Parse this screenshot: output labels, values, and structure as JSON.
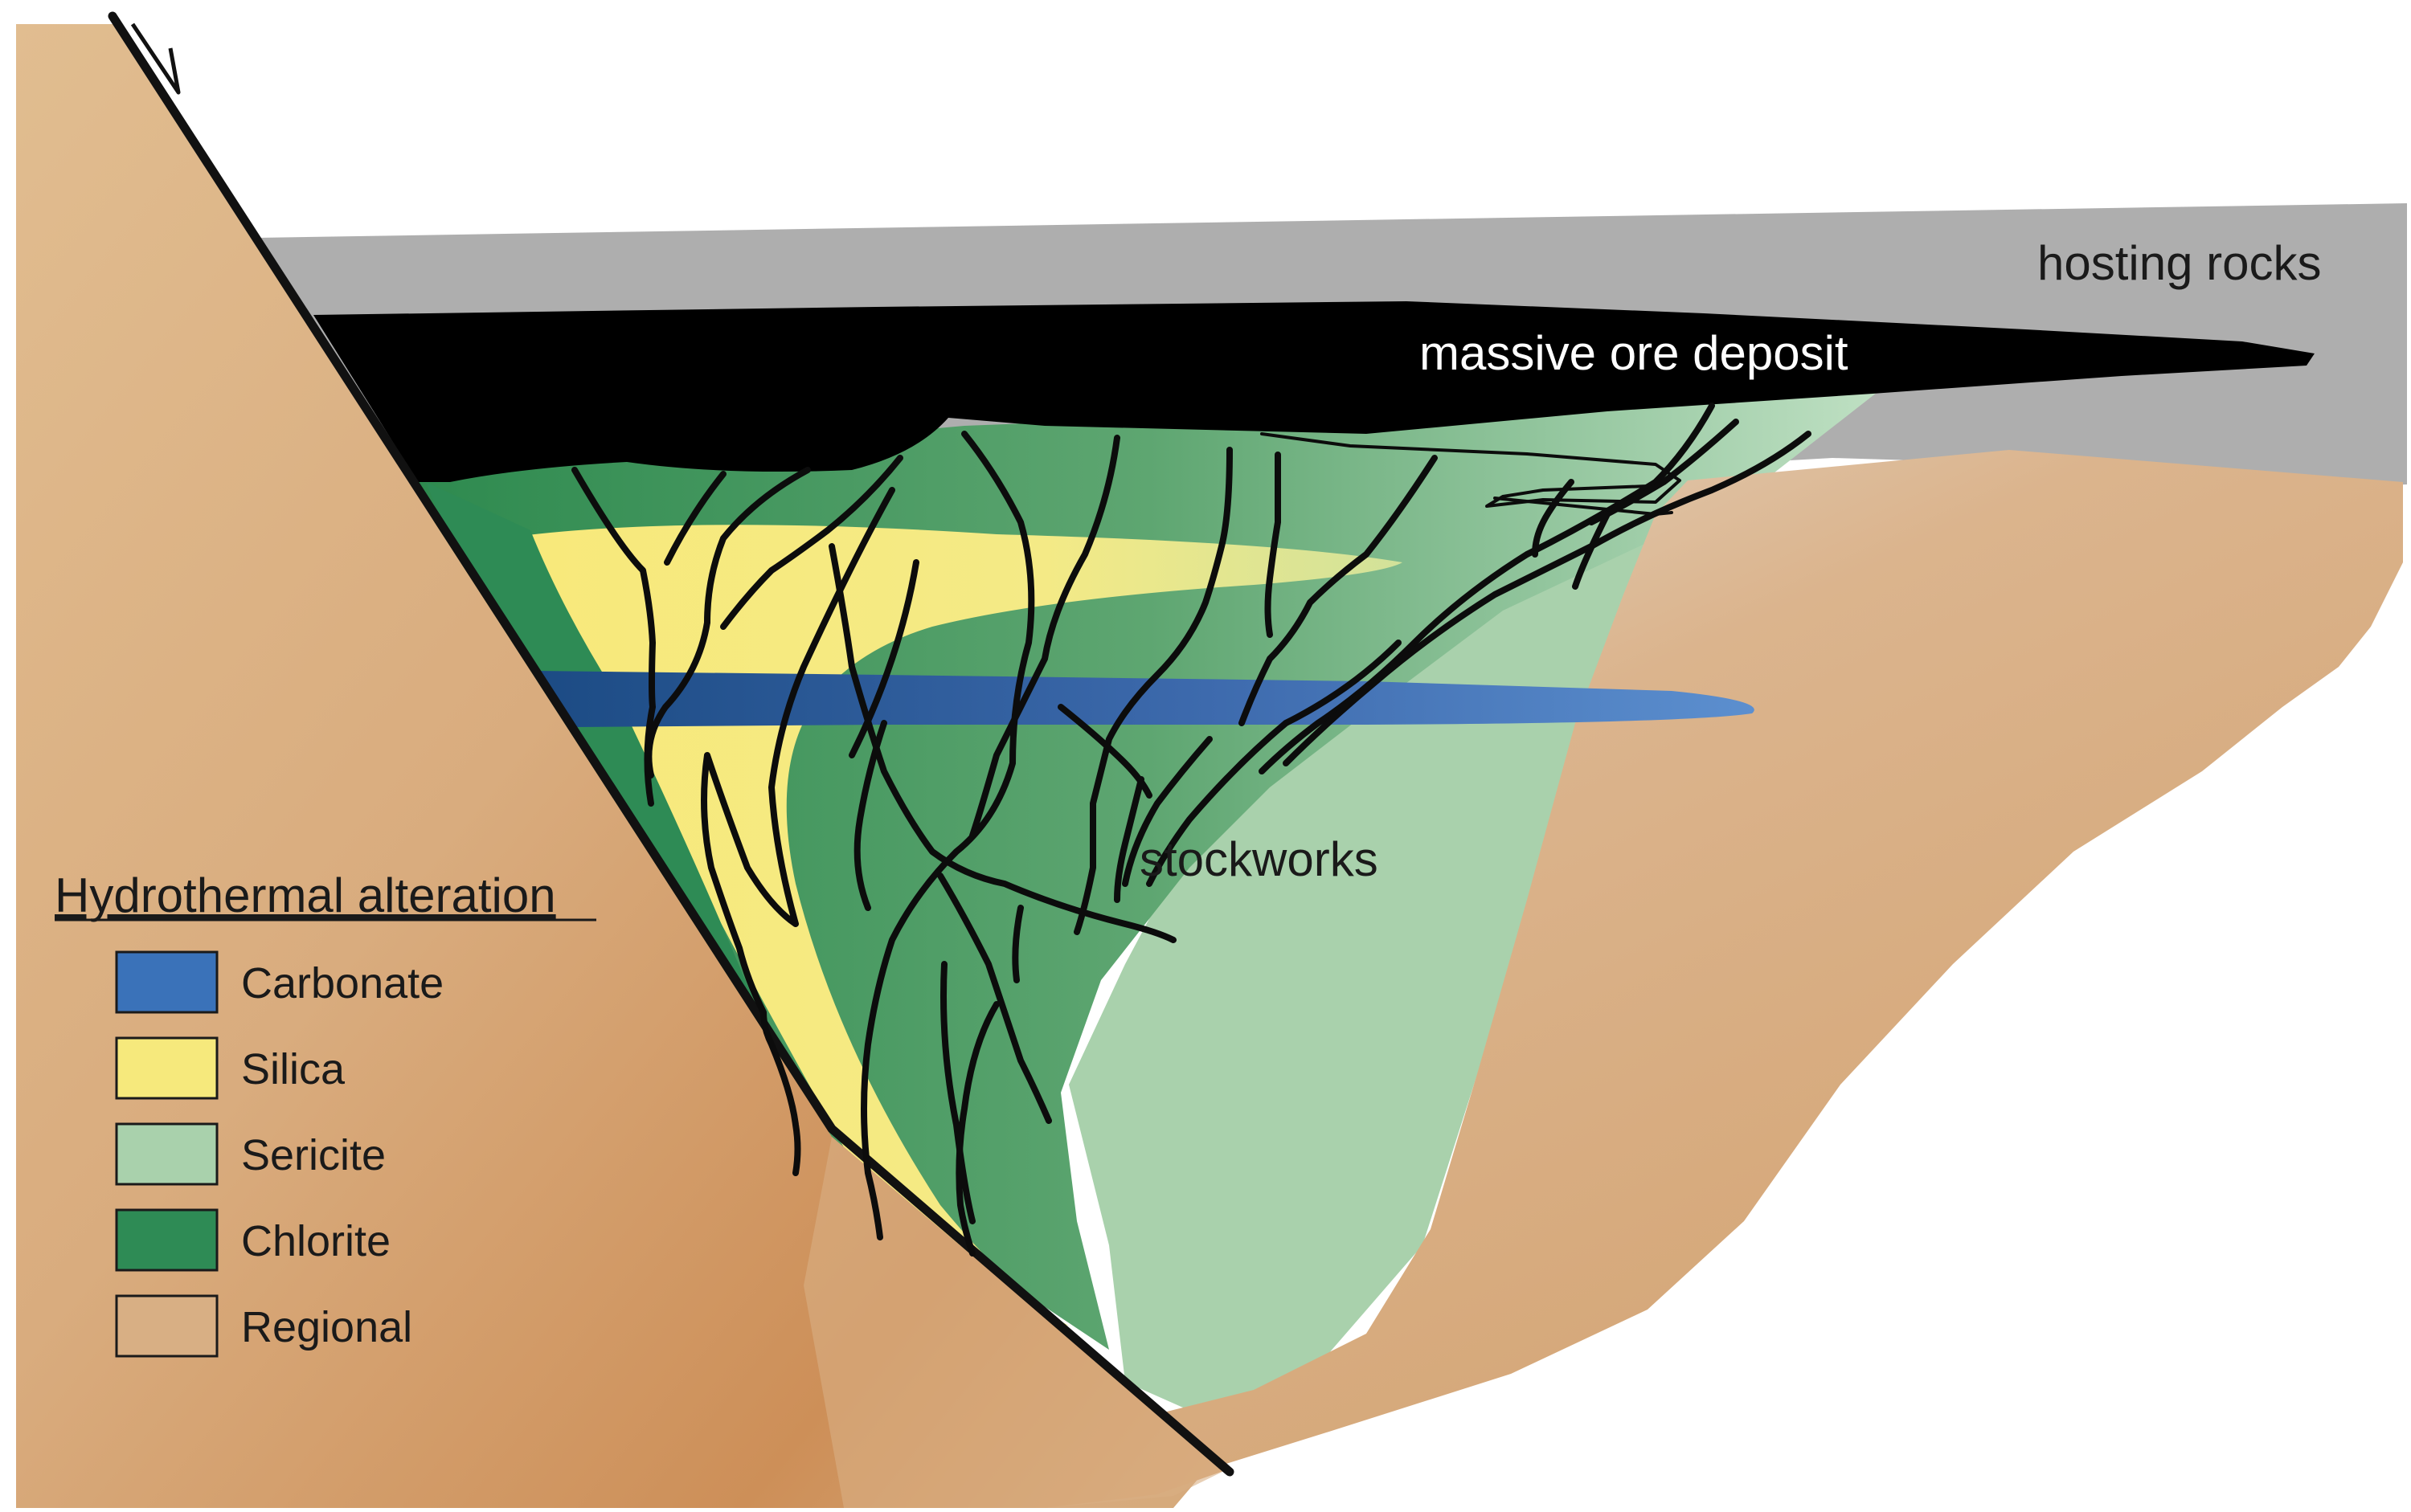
{
  "labels": {
    "hosting_rocks": "hosting rocks",
    "massive_ore": "massive ore deposit",
    "stockworks": "stockworks"
  },
  "legend": {
    "title": "Hydrothermal alteration",
    "items": [
      {
        "label": "Carbonate",
        "color": "#3a72b9"
      },
      {
        "label": "Silica",
        "color": "#f6e97c"
      },
      {
        "label": "Sericite",
        "color": "#a9d1ac"
      },
      {
        "label": "Chlorite",
        "color": "#2e8b55"
      },
      {
        "label": "Regional",
        "color": "#d8af84"
      }
    ]
  },
  "colors": {
    "regional": "#d8af84",
    "regional_dark": "#cd905c",
    "hosting": "#aeaeae",
    "ore": "#000000",
    "chlorite": "#2e8b55",
    "sericite": "#a9d1ac",
    "silica": "#f6e97c",
    "carbonate": "#3a72b9"
  }
}
